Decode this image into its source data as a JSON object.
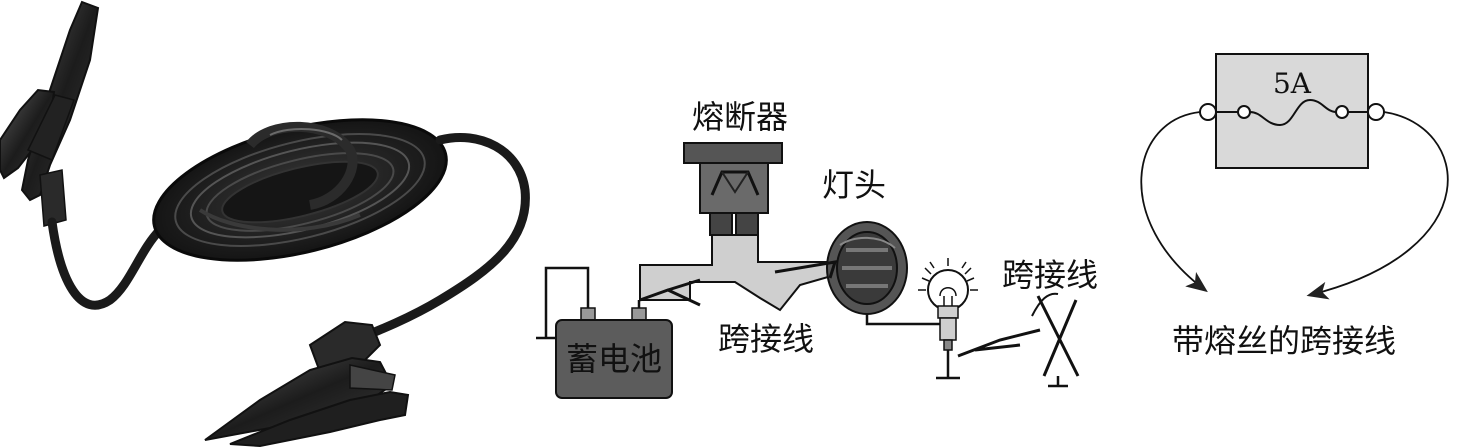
{
  "panels": {
    "photo": {},
    "circuit": {
      "labels": {
        "fuse": "熔断器",
        "lamp_socket": "灯头",
        "jumper_left": "跨接线",
        "jumper_right": "跨接线",
        "battery": "蓄电池"
      }
    },
    "fused_jumper": {
      "fuse_rating": "5A",
      "caption": "带熔丝的跨接线"
    }
  },
  "icons": [
    "alligator-clip-icon",
    "battery-icon",
    "fuse-holder-icon",
    "lamp-socket-icon",
    "light-bulb-icon",
    "ground-icon"
  ]
}
